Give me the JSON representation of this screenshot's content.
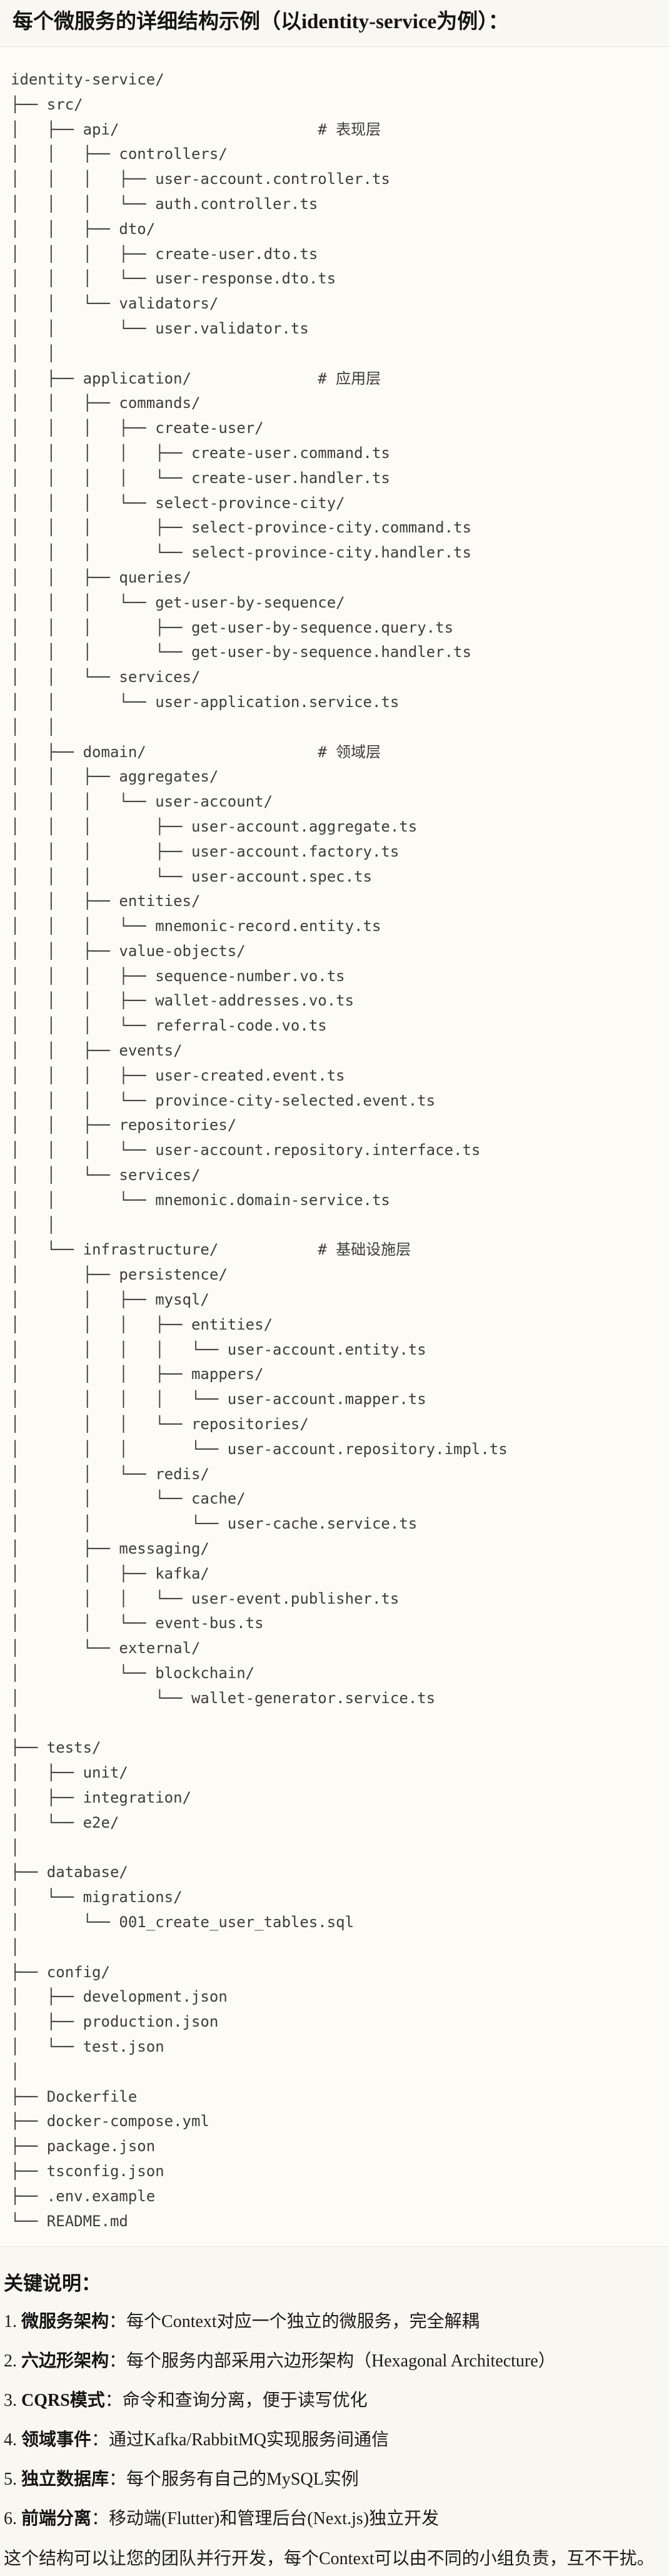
{
  "heading": {
    "text": "每个微服务的详细结构示例（以identity-service为例）："
  },
  "code_block": {
    "language": "plaintext-tree",
    "tree_lines": [
      "identity-service/",
      "├── src/",
      "│   ├── api/                      # 表现层",
      "│   │   ├── controllers/",
      "│   │   │   ├── user-account.controller.ts",
      "│   │   │   └── auth.controller.ts",
      "│   │   ├── dto/",
      "│   │   │   ├── create-user.dto.ts",
      "│   │   │   └── user-response.dto.ts",
      "│   │   └── validators/",
      "│   │       └── user.validator.ts",
      "│   │",
      "│   ├── application/              # 应用层",
      "│   │   ├── commands/",
      "│   │   │   ├── create-user/",
      "│   │   │   │   ├── create-user.command.ts",
      "│   │   │   │   └── create-user.handler.ts",
      "│   │   │   └── select-province-city/",
      "│   │   │       ├── select-province-city.command.ts",
      "│   │   │       └── select-province-city.handler.ts",
      "│   │   ├── queries/",
      "│   │   │   └── get-user-by-sequence/",
      "│   │   │       ├── get-user-by-sequence.query.ts",
      "│   │   │       └── get-user-by-sequence.handler.ts",
      "│   │   └── services/",
      "│   │       └── user-application.service.ts",
      "│   │",
      "│   ├── domain/                   # 领域层",
      "│   │   ├── aggregates/",
      "│   │   │   └── user-account/",
      "│   │   │       ├── user-account.aggregate.ts",
      "│   │   │       ├── user-account.factory.ts",
      "│   │   │       └── user-account.spec.ts",
      "│   │   ├── entities/",
      "│   │   │   └── mnemonic-record.entity.ts",
      "│   │   ├── value-objects/",
      "│   │   │   ├── sequence-number.vo.ts",
      "│   │   │   ├── wallet-addresses.vo.ts",
      "│   │   │   └── referral-code.vo.ts",
      "│   │   ├── events/",
      "│   │   │   ├── user-created.event.ts",
      "│   │   │   └── province-city-selected.event.ts",
      "│   │   ├── repositories/",
      "│   │   │   └── user-account.repository.interface.ts",
      "│   │   └── services/",
      "│   │       └── mnemonic.domain-service.ts",
      "│   │",
      "│   └── infrastructure/           # 基础设施层",
      "│       ├── persistence/",
      "│       │   ├── mysql/",
      "│       │   │   ├── entities/",
      "│       │   │   │   └── user-account.entity.ts",
      "│       │   │   ├── mappers/",
      "│       │   │   │   └── user-account.mapper.ts",
      "│       │   │   └── repositories/",
      "│       │   │       └── user-account.repository.impl.ts",
      "│       │   └── redis/",
      "│       │       └── cache/",
      "│       │           └── user-cache.service.ts",
      "│       ├── messaging/",
      "│       │   ├── kafka/",
      "│       │   │   └── user-event.publisher.ts",
      "│       │   └── event-bus.ts",
      "│       └── external/",
      "│           └── blockchain/",
      "│               └── wallet-generator.service.ts",
      "│",
      "├── tests/",
      "│   ├── unit/",
      "│   ├── integration/",
      "│   └── e2e/",
      "│",
      "├── database/",
      "│   └── migrations/",
      "│       └── 001_create_user_tables.sql",
      "│",
      "├── config/",
      "│   ├── development.json",
      "│   ├── production.json",
      "│   └── test.json",
      "│",
      "├── Dockerfile",
      "├── docker-compose.yml",
      "├── package.json",
      "├── tsconfig.json",
      "├── .env.example",
      "└── README.md"
    ],
    "layer_comments": [
      {
        "path": "src/api/",
        "comment": "# 表现层"
      },
      {
        "path": "src/application/",
        "comment": "# 应用层"
      },
      {
        "path": "src/domain/",
        "comment": "# 领域层"
      },
      {
        "path": "src/infrastructure/",
        "comment": "# 基础设施层"
      }
    ]
  },
  "notes": {
    "heading": "关键说明：",
    "items": [
      {
        "num": "1.",
        "label": "微服务架构",
        "text": "：每个Context对应一个独立的微服务，完全解耦"
      },
      {
        "num": "2.",
        "label": "六边形架构",
        "text": "：每个服务内部采用六边形架构（Hexagonal Architecture）"
      },
      {
        "num": "3.",
        "label": "CQRS模式",
        "text": "：命令和查询分离，便于读写优化"
      },
      {
        "num": "4.",
        "label": "领域事件",
        "text": "：通过Kafka/RabbitMQ实现服务间通信"
      },
      {
        "num": "5.",
        "label": "独立数据库",
        "text": "：每个服务有自己的MySQL实例"
      },
      {
        "num": "6.",
        "label": "前端分离",
        "text": "：移动端(Flutter)和管理后台(Next.js)独立开发"
      }
    ],
    "footer": "这个结构可以让您的团队并行开发，每个Context可以由不同的小组负责，互不干扰。"
  },
  "colors": {
    "page_background": "#f8f7f2",
    "code_background": "#fcfbf6",
    "code_border": "#e5e3da",
    "code_text": "#3d3d39",
    "body_text": "#1d1c18"
  }
}
